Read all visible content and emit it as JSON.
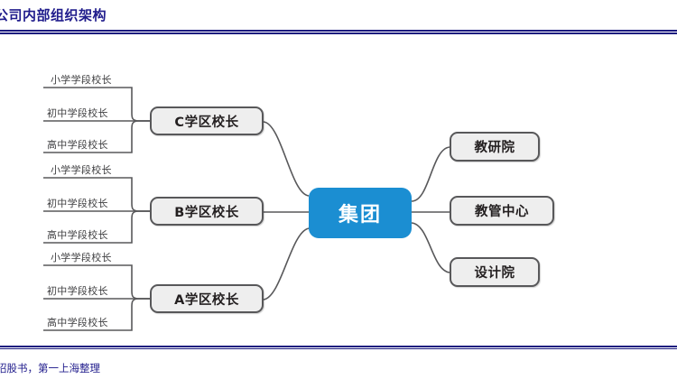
{
  "slide": {
    "title": "公司内部组织架构",
    "source_note": "招股书，第一上海整理"
  },
  "colors": {
    "title_navy": "#201c8c",
    "rule_navy": "#1b1a7e",
    "center_node_blue": "#1b8ed2",
    "node_fill_grey": "#eeeeee",
    "node_border_grey": "#58585a",
    "connector_grey": "#58585a",
    "leaf_text_grey": "#3f3f41"
  },
  "diagram": {
    "type": "mind-map",
    "center": {
      "label": "集团"
    },
    "right_branches": [
      {
        "label": "教研院"
      },
      {
        "label": "教管中心"
      },
      {
        "label": "设计院"
      }
    ],
    "left_branches": [
      {
        "label": "C学区校长",
        "leaves": [
          "小学学段校长",
          "初中学段校长",
          "高中学段校长"
        ]
      },
      {
        "label": "B学区校长",
        "leaves": [
          "小学学段校长",
          "初中学段校长",
          "高中学段校长"
        ]
      },
      {
        "label": "A学区校长",
        "leaves": [
          "小学学段校长",
          "初中学段校长",
          "高中学段校长"
        ]
      }
    ]
  }
}
